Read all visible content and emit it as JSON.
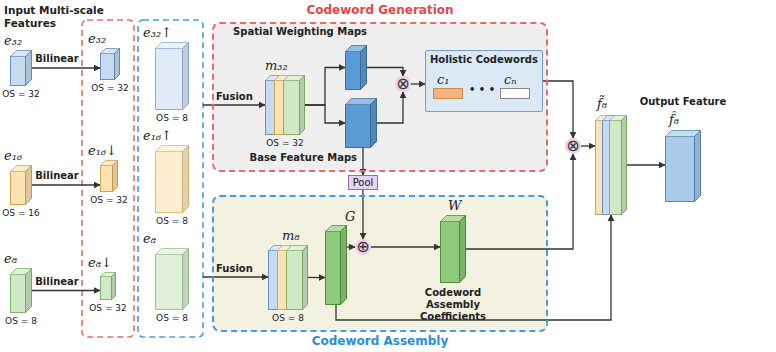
{
  "diagram": {
    "nodes": [
      {
        "text": [
          "e₃₂",
          "OS = 32"
        ]
      },
      {
        "text": [
          "e₁₆",
          "OS = 16"
        ]
      },
      {
        "text": [
          "e₈",
          "OS = 8"
        ]
      },
      {
        "text": [
          "e₃₂",
          "OS = 32"
        ]
      },
      {
        "text": [
          "e₁₆↓",
          "OS = 32"
        ]
      },
      {
        "text": [
          "e₈↓",
          "OS = 32"
        ]
      },
      {
        "text": [
          "e₃₂↑",
          "OS = 8"
        ]
      },
      {
        "text": [
          "e₁₆↑",
          "OS = 8"
        ]
      },
      {
        "text": [
          "e₈",
          "OS = 8"
        ]
      },
      {
        "text": [
          "Codeword Generation"
        ]
      },
      {
        "text": [
          "m₃₂",
          "OS = 32"
        ],
        "in": 9
      },
      {
        "text": [
          "Spatial Weighting Maps"
        ],
        "in": 9
      },
      {
        "text": [
          "Base Feature Maps"
        ],
        "in": 9
      },
      {
        "text": [
          "⊗"
        ],
        "in": 9
      },
      {
        "text": [
          "Holistic Codewords"
        ],
        "in": 9
      },
      {
        "text": [
          "c₁"
        ],
        "in": 14
      },
      {
        "text": [
          "cₙ"
        ],
        "in": 14
      },
      {
        "text": [
          "Codeword Assembly"
        ]
      },
      {
        "text": [
          "m₈",
          "OS = 8"
        ],
        "in": 17
      },
      {
        "text": [
          "G"
        ],
        "in": 17
      },
      {
        "text": [
          "Pool"
        ]
      },
      {
        "text": [
          "⊕"
        ],
        "in": 17
      },
      {
        "text": [
          "W",
          "Codeword Assembly Coefficients"
        ],
        "in": 17
      },
      {
        "text": [
          "⊗"
        ]
      },
      {
        "text": [
          "f̃₈"
        ]
      },
      {
        "text": [
          "f̂₈",
          "Output Feature"
        ]
      }
    ],
    "edges": [
      {
        "from": 0,
        "to": 3,
        "arrow": "to",
        "label": "Bilinear"
      },
      {
        "from": 1,
        "to": 4,
        "arrow": "to",
        "label": "Bilinear"
      },
      {
        "from": 2,
        "to": 5,
        "arrow": "to",
        "label": "Bilinear"
      },
      {
        "from": 10,
        "to": 11,
        "arrow": "to"
      },
      {
        "from": 10,
        "to": 12,
        "arrow": "to"
      },
      {
        "from": 11,
        "to": 13,
        "arrow": "to"
      },
      {
        "from": 12,
        "to": 13,
        "arrow": "to"
      },
      {
        "from": 13,
        "to": 14,
        "arrow": "to"
      },
      {
        "from": 12,
        "to": 20,
        "arrow": "to"
      },
      {
        "from": 18,
        "to": 19,
        "arrow": "to"
      },
      {
        "from": 19,
        "to": 21,
        "arrow": "to"
      },
      {
        "from": 20,
        "to": 21,
        "arrow": "to"
      },
      {
        "from": 21,
        "to": 22,
        "arrow": "to"
      },
      {
        "from": 14,
        "to": 23,
        "arrow": "to"
      },
      {
        "from": 22,
        "to": 23,
        "arrow": "to"
      },
      {
        "from": 23,
        "to": 24,
        "arrow": "to"
      },
      {
        "from": 19,
        "to": 24,
        "arrow": "to"
      },
      {
        "from": 24,
        "to": 25,
        "arrow": "to"
      }
    ],
    "labels": [
      "Input Multi-scale Features",
      "Fusion",
      "Fusion",
      "• • •"
    ]
  }
}
